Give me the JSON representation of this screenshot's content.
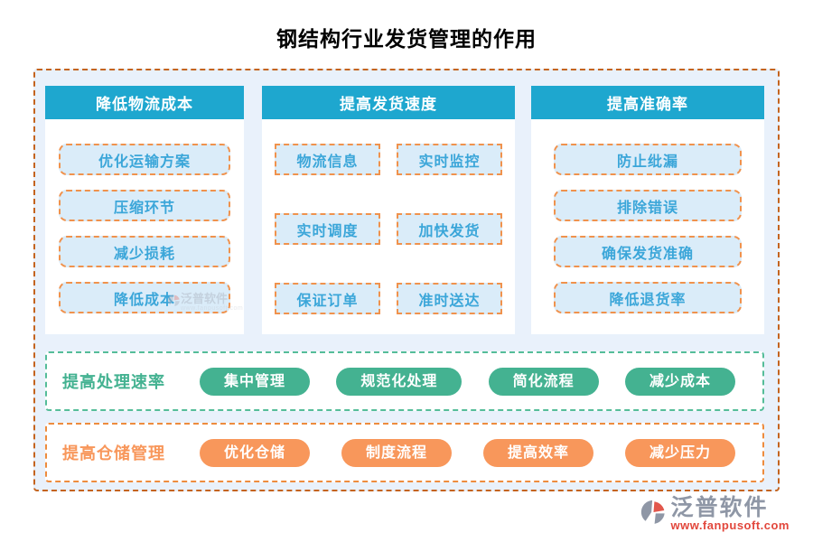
{
  "title": "钢结构行业发货管理的作用",
  "columns": [
    {
      "header": "降低物流成本",
      "items": [
        "优化运输方案",
        "压缩环节",
        "减少损耗",
        "降低成本"
      ]
    },
    {
      "header": "提高发货速度",
      "items": [
        "物流信息",
        "实时监控",
        "实时调度",
        "加快发货",
        "保证订单",
        "准时送达"
      ]
    },
    {
      "header": "提高准确率",
      "items": [
        "防止纰漏",
        "排除错误",
        "确保发货准确",
        "降低退货率"
      ]
    }
  ],
  "strips": [
    {
      "label": "提高处理速率",
      "pills": [
        "集中管理",
        "规范化处理",
        "简化流程",
        "减少成本"
      ]
    },
    {
      "label": "提高仓储管理",
      "pills": [
        "优化仓储",
        "制度流程",
        "提高效率",
        "减少压力"
      ]
    }
  ],
  "watermark": {
    "name": "泛普软件",
    "url": "www.fanpusoft.com"
  },
  "logo": {
    "name": "泛普软件",
    "url": "www.fanpusoft.com"
  },
  "colors": {
    "header_teal": "#1ea7cf",
    "chip_text": "#3ba6d9",
    "chip_bg": "#daecf9",
    "chip_border": "#f0924d",
    "board_border": "#c4641f",
    "board_bg": "#e9f1fb",
    "green": "#44b291",
    "orange": "#f8975b",
    "logo_gray": "#8f97a6",
    "logo_red": "#e2473c"
  }
}
